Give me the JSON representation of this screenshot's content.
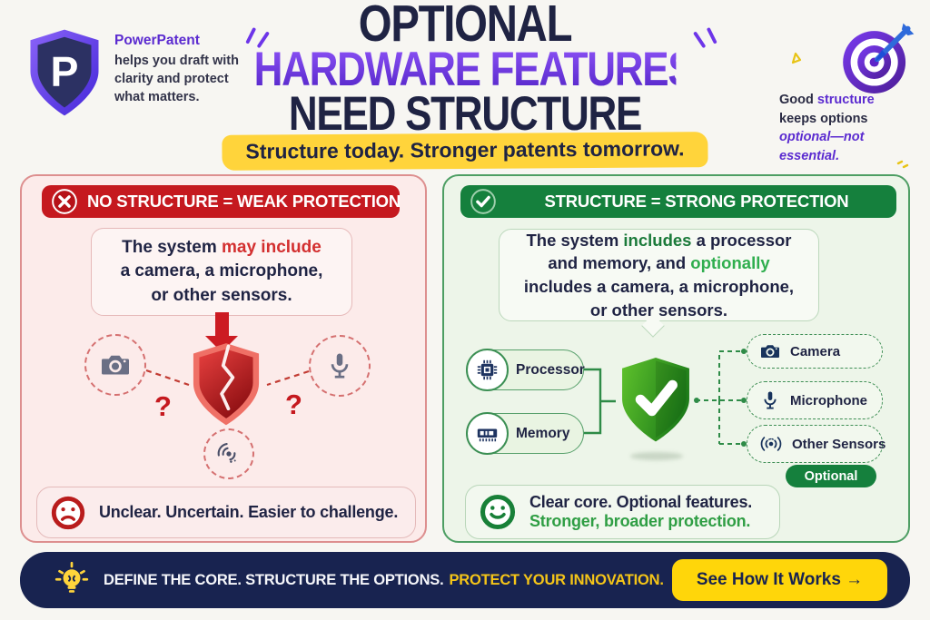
{
  "brand": {
    "name": "PowerPatent",
    "tagline": "helps you draft with clarity and protect what matters."
  },
  "header": {
    "title_line1": "OPTIONAL",
    "title_line2": "HARDWARE FEATURES",
    "title_line3": "NEED STRUCTURE",
    "tagline": "Structure today. Stronger patents tomorrow."
  },
  "side_note": {
    "line1_pre": "Good ",
    "line1_accent": "structure",
    "line2": "keeps options",
    "line3": "optional—not",
    "line4": "essential."
  },
  "left_panel": {
    "title": "NO STRUCTURE = WEAK PROTECTION",
    "claim_pre": "The system ",
    "claim_accent": "may include",
    "claim_post": " a camera, a microphone, or other sensors.",
    "question_mark": "?",
    "verdict": "Unclear. Uncertain. Easier to challenge."
  },
  "right_panel": {
    "title": "STRUCTURE = STRONG PROTECTION",
    "claim_pre": "The system ",
    "claim_accent1": "includes",
    "claim_mid": " a processor and memory, and ",
    "claim_accent2": "optionally",
    "claim_post": " includes a camera, a microphone, or other sensors.",
    "core_items": [
      {
        "label": "Processor"
      },
      {
        "label": "Memory"
      }
    ],
    "optional_items": [
      {
        "label": "Camera"
      },
      {
        "label": "Microphone"
      },
      {
        "label": "Other Sensors"
      }
    ],
    "optional_badge": "Optional",
    "verdict_line1": "Clear core. Optional features.",
    "verdict_line2": "Stronger, broader protection."
  },
  "footer": {
    "message_main": "DEFINE THE CORE. STRUCTURE THE OPTIONS.",
    "message_accent": "PROTECT YOUR INNOVATION.",
    "cta_label": "See How It Works →"
  },
  "colors": {
    "navy": "#1f2343",
    "purple": "#6d35e9",
    "yellow": "#ffd43b",
    "red": "#c5191f",
    "red_accent": "#d32f2f",
    "green": "#15803d",
    "green_bright": "#2fae4e",
    "panel_red_bg": "#fcebea",
    "panel_green_bg": "#edf5e9",
    "footer_navy": "#182350",
    "cta_yellow": "#ffd60a"
  }
}
